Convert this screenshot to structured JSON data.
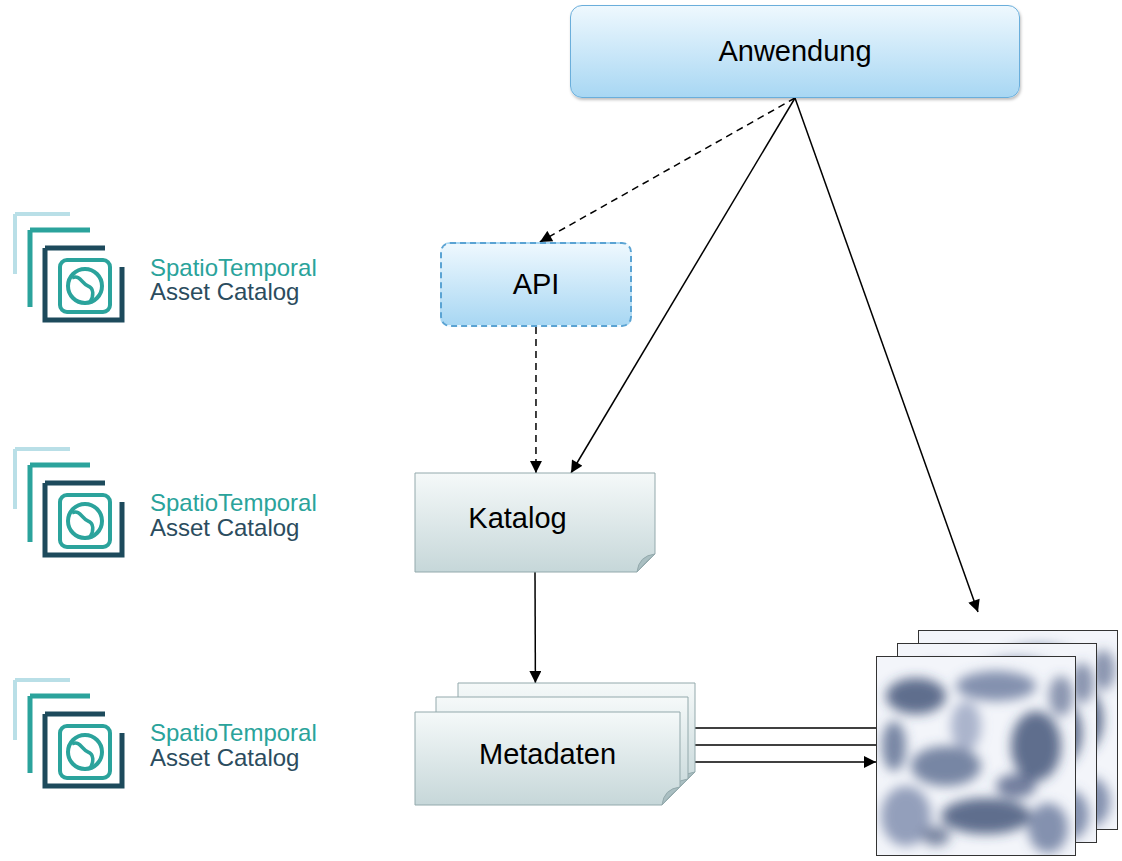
{
  "diagram": {
    "nodes": [
      {
        "text": [
          "Anwendung"
        ]
      },
      {
        "text": [
          "API"
        ]
      },
      {
        "text": [
          "Katalog"
        ]
      },
      {
        "text": [
          "Metadaten"
        ]
      }
    ],
    "edges": [
      {
        "from": 0,
        "to": 1,
        "arrow": "to"
      },
      {
        "from": 1,
        "to": 2,
        "arrow": "to"
      },
      {
        "from": 0,
        "to": 2,
        "arrow": "to"
      },
      {
        "from": 2,
        "to": 3,
        "arrow": "to"
      }
    ],
    "labels": [
      "SpatioTemporal",
      "Asset Catalog",
      "SpatioTemporal",
      "Asset Catalog",
      "SpatioTemporal",
      "Asset Catalog"
    ]
  }
}
